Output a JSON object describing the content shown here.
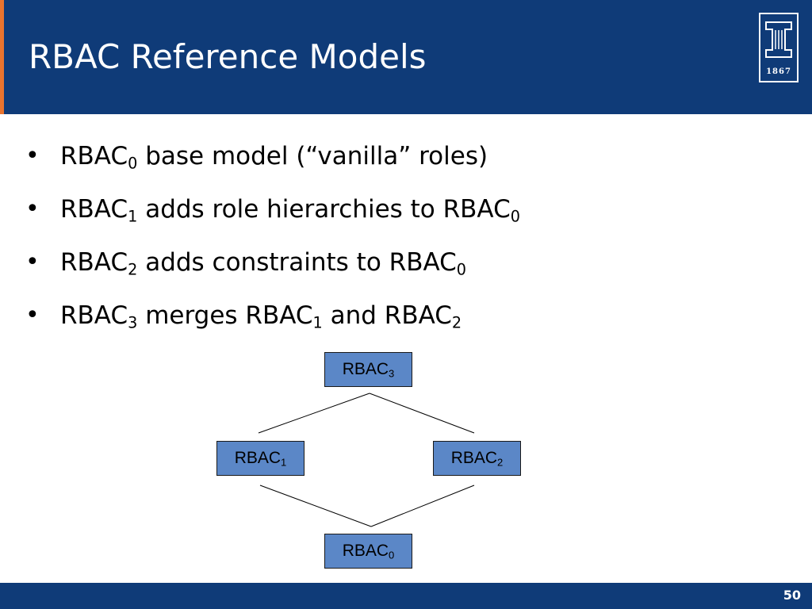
{
  "header": {
    "title": "RBAC Reference Models",
    "logo_year": "1867"
  },
  "bullets": [
    {
      "marker": "•",
      "parts": [
        "RBAC",
        "0",
        " base model (“vanilla” roles)"
      ]
    },
    {
      "marker": "•",
      "parts": [
        "RBAC",
        "1",
        " adds role hierarchies to RBAC",
        "0"
      ]
    },
    {
      "marker": "•",
      "parts": [
        "RBAC",
        "2",
        " adds constraints to RBAC",
        "0"
      ]
    },
    {
      "marker": "•",
      "parts": [
        "RBAC",
        "3",
        " merges RBAC",
        "1",
        " and RBAC",
        "2"
      ]
    }
  ],
  "diagram": {
    "nodes": {
      "rbac3": {
        "base": "RBAC",
        "sub": "3"
      },
      "rbac1": {
        "base": "RBAC",
        "sub": "1"
      },
      "rbac2": {
        "base": "RBAC",
        "sub": "2"
      },
      "rbac0": {
        "base": "RBAC",
        "sub": "0"
      }
    }
  },
  "footer": {
    "page_number": "50"
  },
  "colors": {
    "header_bg": "#0f3b78",
    "accent": "#e8742f",
    "node_fill": "#5b87c7"
  }
}
